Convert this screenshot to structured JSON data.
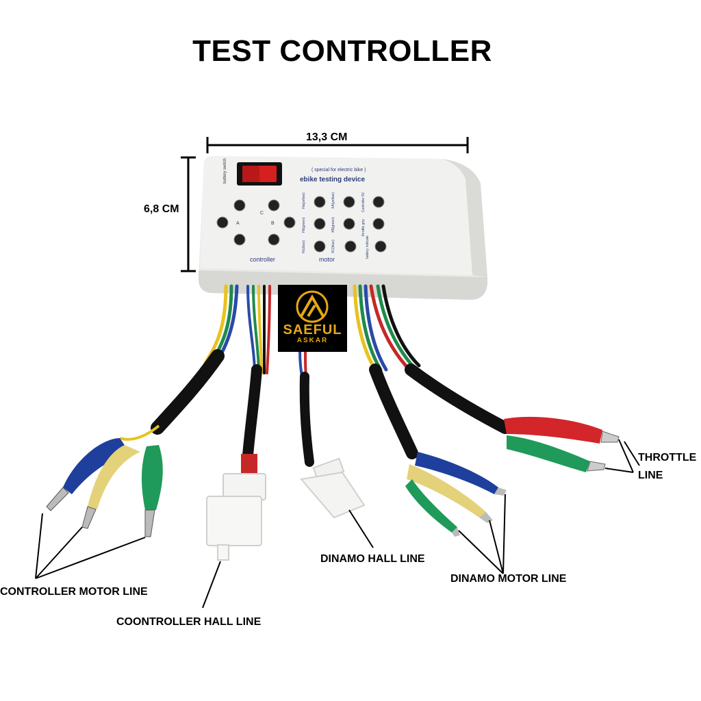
{
  "title": "TEST CONTROLLER",
  "dimensions": {
    "width": "13,3 CM",
    "height": "6,8 CM"
  },
  "device": {
    "subtitle": "( special for electric bike )",
    "name": "ebike  testing device",
    "switch_label": "battery switch",
    "section_controller": "controller",
    "section_motor": "motor",
    "controller_letters": [
      "A",
      "B",
      "C"
    ],
    "motor_labels": [
      "Ha(yellow)",
      "Hb(green)",
      "Hc(blue)",
      "XA(yellow)",
      "XB(green)",
      "XC(blue)",
      "Controller 5V",
      "throttle grip",
      "battery indicate"
    ]
  },
  "logo": {
    "name": "SAEFUL",
    "sub": "ASKAR",
    "color": "#e6a817"
  },
  "labels": {
    "controller_motor": "CONTROLLER MOTOR LINE",
    "controller_hall": "COONTROLLER HALL LINE",
    "dinamo_hall": "DINAMO HALL LINE",
    "dinamo_motor": "DINAMO MOTOR LINE",
    "throttle_1": "THROTTLE",
    "throttle_2": "LINE"
  },
  "colors": {
    "wire_yellow": "#e8c21e",
    "wire_green": "#1f8a4c",
    "wire_blue": "#2a4aa8",
    "wire_red": "#c62828",
    "clip_red": "#d3262a",
    "clip_green": "#1f9a5a",
    "clip_blue": "#1f3f9c",
    "clip_yellow": "#e4d27a",
    "switch_red": "#d42020"
  }
}
